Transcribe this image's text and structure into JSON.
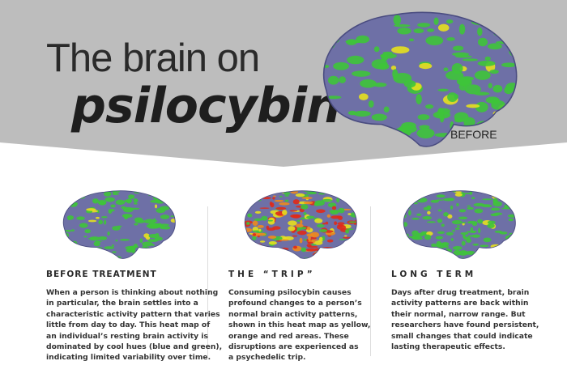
{
  "header": {
    "title_line1": "The brain on",
    "title_line2": "psilocybin",
    "hero_label": "BEFORE"
  },
  "colors": {
    "band": "#bdbdbd",
    "brain_base": "#6e70a6",
    "green": "#3ec43a",
    "yellow": "#e6e01e",
    "orange": "#f08a1c",
    "red": "#e02a1a"
  },
  "panels": [
    {
      "heading": "BEFORE TREATMENT",
      "spacing": "1px",
      "lines": [
        "When a person is thinking about nothing",
        "in particular, the brain settles into a",
        "characteristic activity pattern that varies",
        "little from day to day. This heat map of",
        "an individual’s resting brain activity is",
        "dominated by cool hues (blue and green),",
        "indicating limited variability over time."
      ]
    },
    {
      "heading": "THE “TRIP”",
      "spacing": "4px",
      "lines": [
        "Consuming psilocybin causes",
        "profound changes to a person’s",
        "normal brain activity patterns,",
        "shown in this heat map as yellow,",
        "orange and red areas. These",
        "disruptions are experienced as",
        "a psychedelic trip."
      ]
    },
    {
      "heading": "LONG TERM",
      "spacing": "4px",
      "lines": [
        "Days after drug treatment, brain",
        "activity patterns are back within",
        "their normal, narrow range. But",
        "researchers have found persistent,",
        "small changes that could indicate",
        "lasting therapeutic effects."
      ]
    }
  ]
}
